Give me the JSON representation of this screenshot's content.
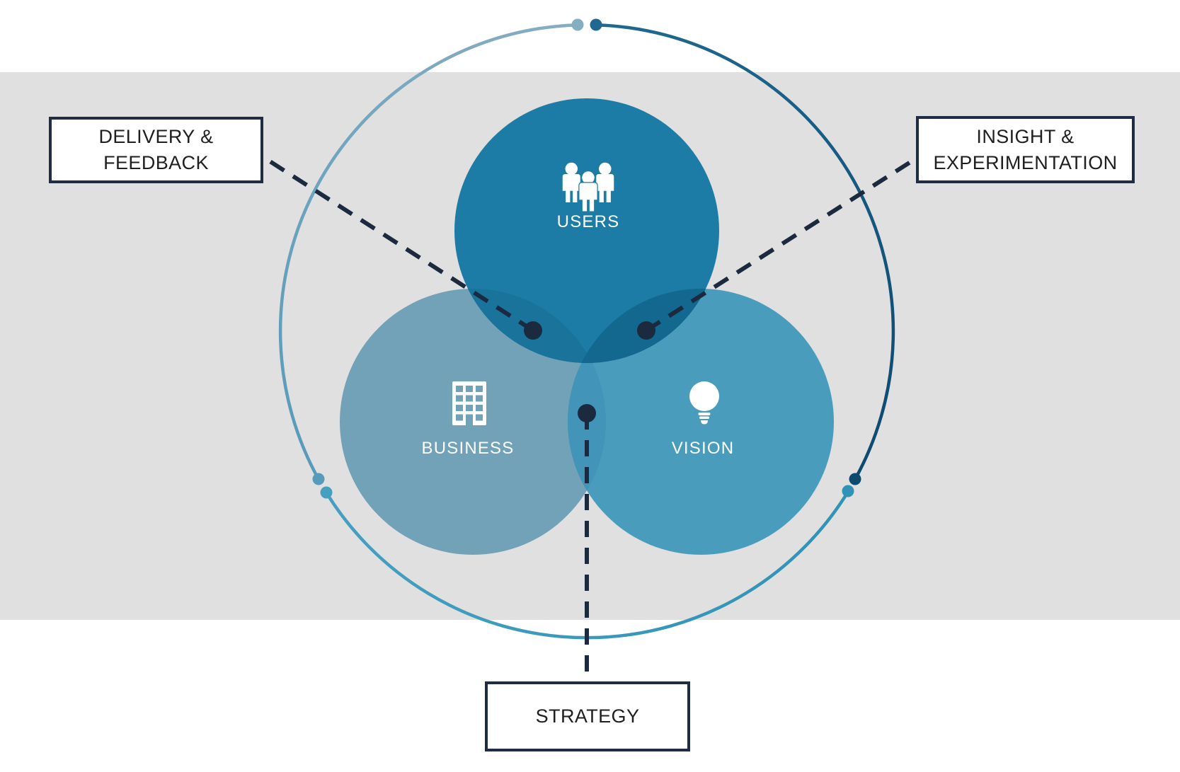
{
  "diagram": {
    "circles": [
      {
        "id": "users",
        "label": "USERS",
        "icon": "people-icon",
        "color": "#1d7ca6"
      },
      {
        "id": "business",
        "label": "BUSINESS",
        "icon": "building-icon",
        "color": "#72a2b7"
      },
      {
        "id": "vision",
        "label": "VISION",
        "icon": "lightbulb-icon",
        "color": "#4a9cbd"
      }
    ],
    "overlaps": {
      "users_business": "#19739b",
      "users_vision": "#12688f",
      "business_vision": "#4294b8",
      "center": "#14678e"
    },
    "callouts": [
      {
        "id": "delivery-feedback",
        "lines": [
          "DELIVERY &",
          "FEEDBACK"
        ],
        "connects_to": "users-business-overlap"
      },
      {
        "id": "insight-experimentation",
        "lines": [
          "INSIGHT &",
          "EXPERIMENTATION"
        ],
        "connects_to": "users-vision-overlap"
      },
      {
        "id": "strategy",
        "lines": [
          "STRATEGY"
        ],
        "connects_to": "business-vision-overlap"
      }
    ],
    "ring": {
      "light_start": "#86adc2",
      "light_end": "#569bba",
      "dark_start": "#1f6990",
      "dark_end": "#0d4a70",
      "teal_start": "#459fc0",
      "teal_end": "#2f93b7"
    },
    "connector_color": "#1b2a3e",
    "band_color": "#e0e0e0",
    "box_border_color": "#1e2d44",
    "box_text_color": "#1f1f1f",
    "label_color": "#ffffff"
  }
}
